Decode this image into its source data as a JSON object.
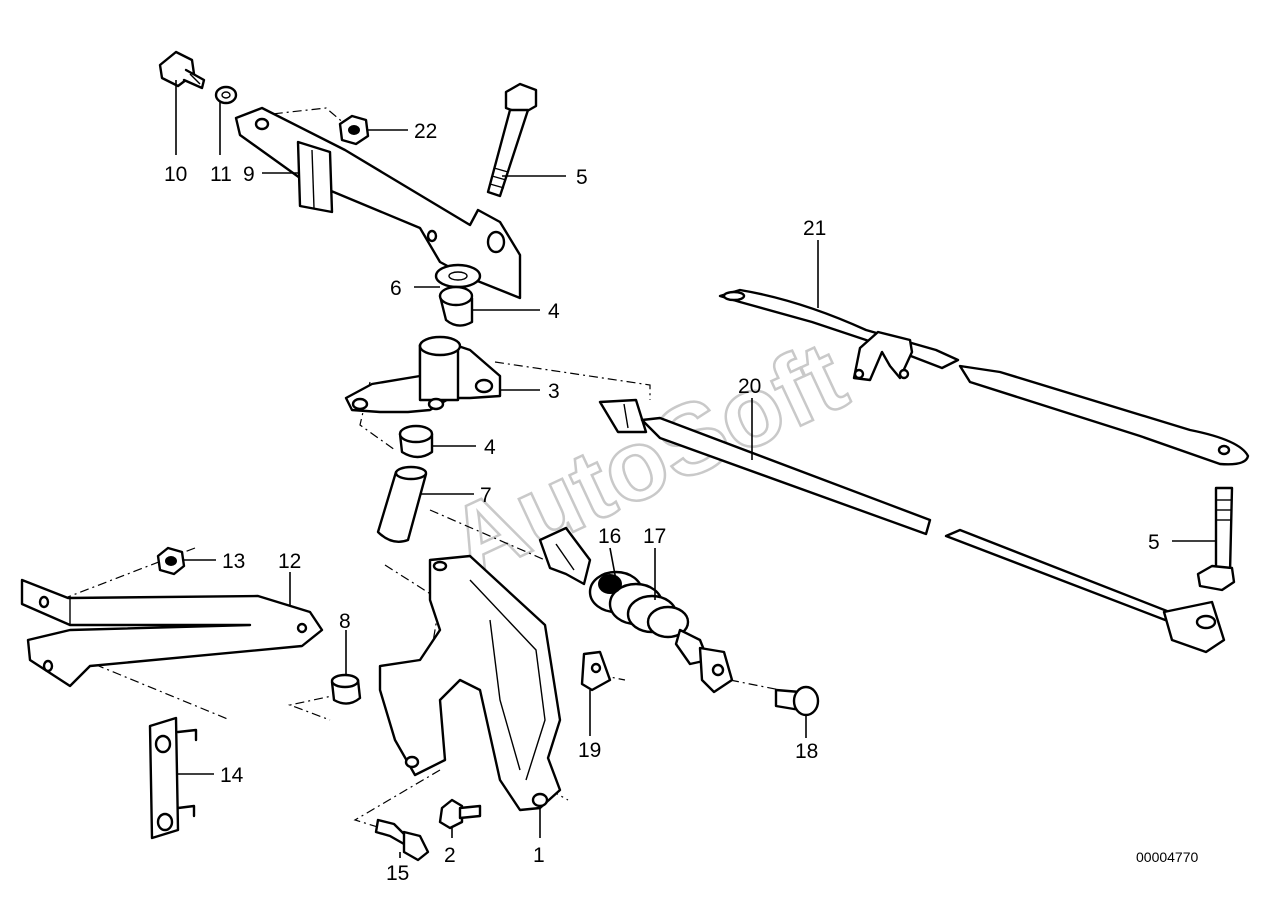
{
  "diagram": {
    "watermark": "AutoSoft",
    "doc_id": "00004770",
    "callouts": [
      "1",
      "2",
      "3",
      "4",
      "4",
      "5",
      "5",
      "6",
      "7",
      "8",
      "9",
      "10",
      "11",
      "12",
      "13",
      "14",
      "15",
      "16",
      "17",
      "18",
      "19",
      "20",
      "21",
      "22"
    ]
  }
}
